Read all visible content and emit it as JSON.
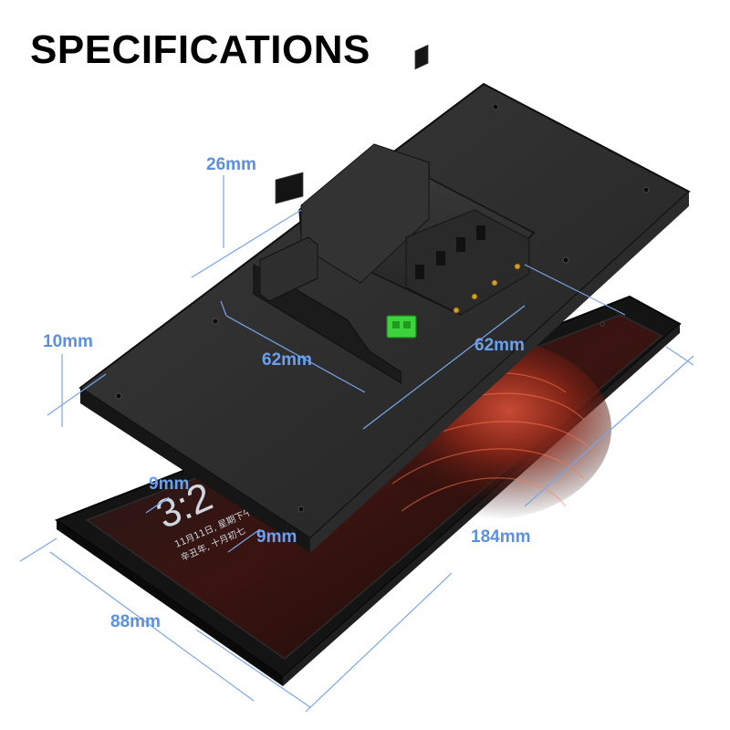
{
  "title": "SPECIFICATIONS",
  "dimensions": {
    "depth_total": "26mm",
    "depth_back": "10mm",
    "box_width": "62mm",
    "box_height": "62mm",
    "bezel_side": "9mm",
    "bezel_bottom": "9mm",
    "length": "184mm",
    "width": "88mm"
  },
  "screen": {
    "clock": "3:2",
    "line1": "11月11日, 星期下午",
    "line2": "辛丑年, 十月初七"
  },
  "colors": {
    "dimension": "#5b8fe0",
    "device": "#2a2a2a",
    "connector": "#3dd33d"
  }
}
